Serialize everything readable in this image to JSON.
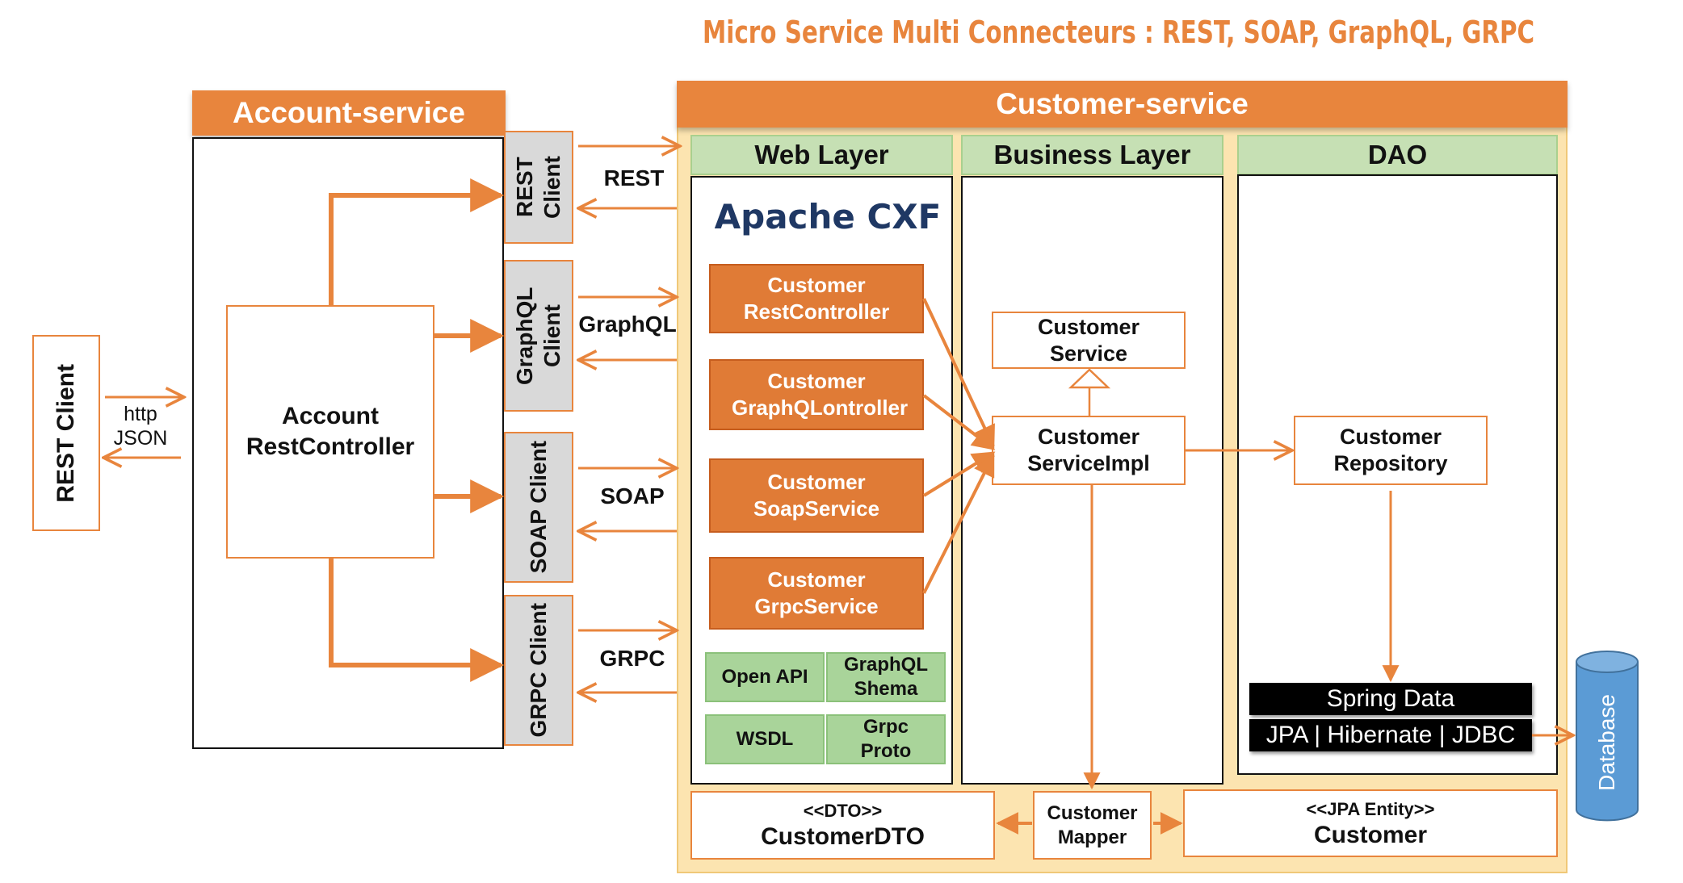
{
  "title": "Micro Service Multi Connecteurs : REST, SOAP, GraphQL, GRPC",
  "account_service": {
    "header": "Account-service",
    "controller": "Account RestController",
    "clients": [
      "REST Client",
      "GraphQL Client",
      "SOAP Client",
      "GRPC Client"
    ]
  },
  "external_client": {
    "label": "REST Client",
    "protocol": "http JSON"
  },
  "protocols": [
    "REST",
    "GraphQL",
    "SOAP",
    "GRPC"
  ],
  "customer_service": {
    "header": "Customer-service",
    "web_layer": {
      "header": "Web Layer",
      "framework": "Apache CXF",
      "components": [
        "Customer RestController",
        "Customer GraphQLontroller",
        "Customer SoapService",
        "Customer GrpcService"
      ],
      "specs": [
        "Open API",
        "GraphQL Shema",
        "WSDL",
        "Grpc Proto"
      ]
    },
    "business_layer": {
      "header": "Business Layer",
      "interface": "Customer Service",
      "impl": "Customer ServiceImpl"
    },
    "dao": {
      "header": "DAO",
      "repository": "Customer Repository",
      "spring_data": "Spring Data",
      "jpa": "JPA | Hibernate | JDBC"
    },
    "dto": {
      "stereotype": "<<DTO>>",
      "name": "CustomerDTO"
    },
    "mapper": "Customer Mapper",
    "entity": {
      "stereotype": "<<JPA Entity>>",
      "name": "Customer"
    }
  },
  "database": "Database",
  "colors": {
    "accent": "#e8853d",
    "panel": "#fce4b0",
    "green_header": "#c6e0b4",
    "db": "#5b9bd5"
  }
}
